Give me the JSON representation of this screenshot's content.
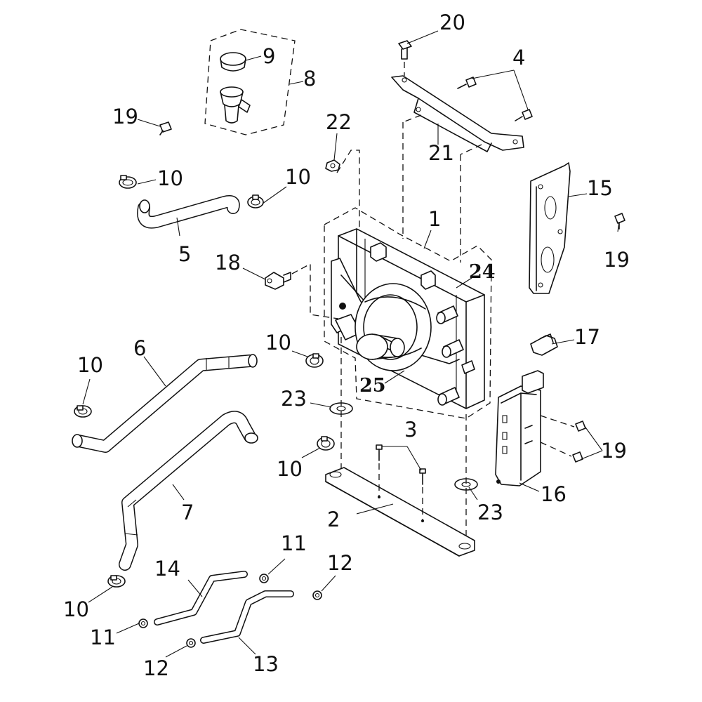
{
  "callouts": [
    {
      "id": "c1",
      "label": "1"
    },
    {
      "id": "c2",
      "label": "2"
    },
    {
      "id": "c3",
      "label": "3"
    },
    {
      "id": "c4",
      "label": "4"
    },
    {
      "id": "c5",
      "label": "5"
    },
    {
      "id": "c6",
      "label": "6"
    },
    {
      "id": "c7",
      "label": "7"
    },
    {
      "id": "c8",
      "label": "8"
    },
    {
      "id": "c9",
      "label": "9"
    },
    {
      "id": "c10a",
      "label": "10"
    },
    {
      "id": "c10b",
      "label": "10"
    },
    {
      "id": "c10c",
      "label": "10"
    },
    {
      "id": "c10d",
      "label": "10"
    },
    {
      "id": "c10e",
      "label": "10"
    },
    {
      "id": "c10f",
      "label": "10"
    },
    {
      "id": "c11a",
      "label": "11"
    },
    {
      "id": "c11b",
      "label": "11"
    },
    {
      "id": "c12a",
      "label": "12"
    },
    {
      "id": "c12b",
      "label": "12"
    },
    {
      "id": "c13",
      "label": "13"
    },
    {
      "id": "c14",
      "label": "14"
    },
    {
      "id": "c15",
      "label": "15"
    },
    {
      "id": "c16",
      "label": "16"
    },
    {
      "id": "c17",
      "label": "17"
    },
    {
      "id": "c18",
      "label": "18"
    },
    {
      "id": "c19a",
      "label": "19"
    },
    {
      "id": "c19b",
      "label": "19"
    },
    {
      "id": "c19c",
      "label": "19"
    },
    {
      "id": "c20",
      "label": "20"
    },
    {
      "id": "c21",
      "label": "21"
    },
    {
      "id": "c22",
      "label": "22"
    },
    {
      "id": "c23a",
      "label": "23"
    },
    {
      "id": "c23b",
      "label": "23"
    },
    {
      "id": "c24",
      "label": "24"
    },
    {
      "id": "c25",
      "label": "25"
    }
  ]
}
